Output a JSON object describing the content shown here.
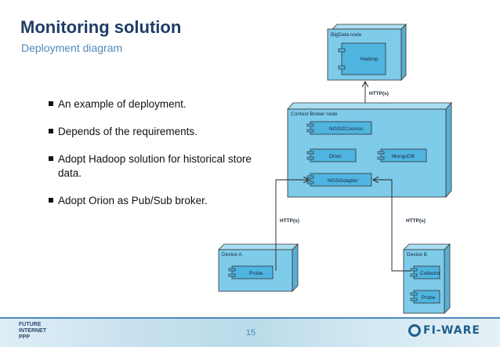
{
  "slide": {
    "title": "Monitoring solution",
    "subtitle": "Deployment diagram",
    "page_number": "15"
  },
  "bullets": [
    "An example of deployment.",
    "Depends of the requirements.",
    "Adopt Hadoop solution for historical store data.",
    "Adopt Orion as Pub/Sub broker."
  ],
  "diagram": {
    "nodes": {
      "bigdata": "BigData node",
      "context_broker": "Context Broker node",
      "device_a": "Device A",
      "device_b": "Device B"
    },
    "components": {
      "hadoop": "Hadoop",
      "ngsi2cosmos": "NGSI2Cosmos",
      "orion": "Orion",
      "mongodb": "MongoDB",
      "ngsiadapter": "NGSIAdapter",
      "probe_a": "Probe",
      "collector": "Collector",
      "probe_b": "Probe"
    },
    "connectors": {
      "top": "HTTP(s)",
      "left": "HTTP(s)",
      "right": "HTTP(s)"
    },
    "colors": {
      "node_fill": "#7ecbea",
      "node_stroke": "#333333",
      "component_fill": "#4fb4e0"
    }
  },
  "footer": {
    "left_logo_lines": [
      "FUTURE",
      "INTERNET",
      "PPP"
    ],
    "right_logo": "FI-WARE"
  }
}
